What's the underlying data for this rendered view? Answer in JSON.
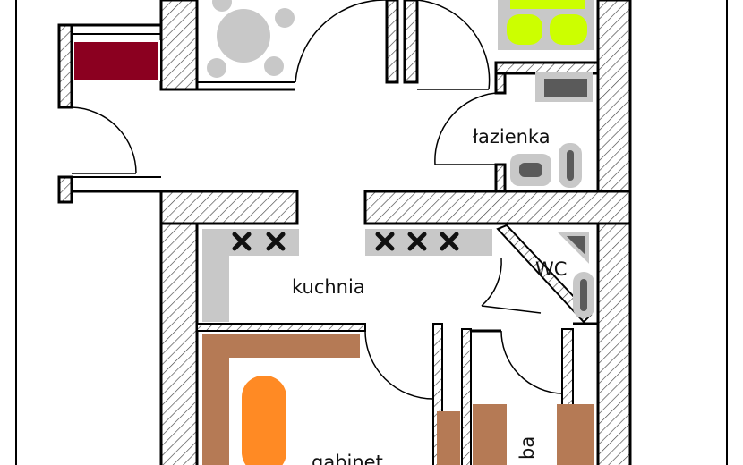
{
  "rooms": {
    "bathroom": "łazienka",
    "wc": "WC",
    "kitchen": "kuchnia",
    "study": "gabinet",
    "partial_room": "ba"
  },
  "colors": {
    "wall_fill": "#ffffff",
    "wall_line": "#000000",
    "hatch": "#444444",
    "fixture_gray": "#c8c8c8",
    "fixture_dark": "#5a5a5a",
    "heater_red": "#8b0020",
    "burner_green": "#ccff00",
    "furniture_brown": "#b57a55",
    "furniture_orange": "#ff8a24",
    "stove_mark": "#111111"
  },
  "icons": {
    "stove_burner": "x-mark",
    "wardrobe": "rect",
    "shower": "shower-tray"
  }
}
